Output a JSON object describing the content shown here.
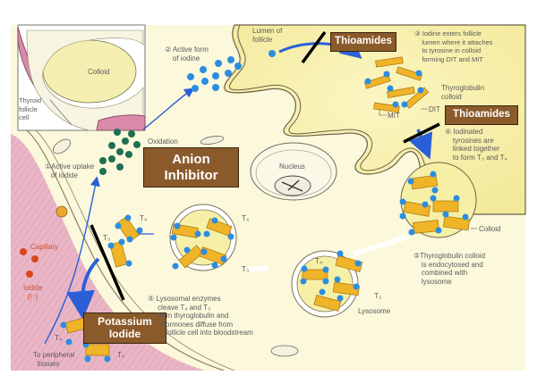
{
  "figure": {
    "topic": "Thyroid hormone synthesis and sites of antithyroid drug action",
    "colors": {
      "drug_box": "#8b5a2b",
      "iodine_active": "#2b8de0",
      "iodide_uptake": "#1f6f52",
      "iodide_blood": "#d9461b",
      "thyroglobulin": "#f0b428",
      "cell_background": "#fbf8dc",
      "colloid": "#f6f0a6",
      "capillary": "#eab6c6",
      "arrow": "#2a5fd8",
      "block_line": "#000000"
    }
  },
  "inset": {
    "colloid_label": "Colloid",
    "cell_label": "Thyroid\nfollicle\ncell"
  },
  "steps": {
    "step1": "①Active uptake\n   of iodide",
    "step2": "② Active form\n    of iodine",
    "step3": "③ Iodine enters follicle\n    lumen where it attaches\n    to tyrosine in colloid\n    forming DIT and MIT",
    "step4": "④ Iodinated\n    tyrosines are\n    linked together\n    to form T₃ and T₄",
    "step5a": "⑤Thyroglobulin colloid\n    is endocytosed and\n    combined with\n    lysosome",
    "step5b": "⑤ Lysosomal enzymes\n     cleave T₄ and T₃\n     from thyroglobulin and\n       hormones diffuse from\n         follicle cell into bloodstream"
  },
  "labels": {
    "lumen": "Lumen of\nfollicle",
    "oxidation": "Oxidation",
    "thyroglobulin_colloid": "Thyroglobulin\ncolloid",
    "dit": "DIT",
    "mit": "MIT",
    "nucleus": "Nucleus",
    "colloid": "Colloid",
    "lysosome": "Lysosome",
    "capillary": "Capillary",
    "iodide": "Iodide\n  (I⁻)",
    "peripheral": "To peripheral\n  tissues",
    "t3": "T₃",
    "t4": "T₄"
  },
  "drugs": [
    {
      "name": "Thioamides",
      "site": "iodination (oxidation/organification)"
    },
    {
      "name": "Thioamides",
      "site": "coupling of iodotyrosines"
    },
    {
      "name": "Anion\nInhibitor",
      "site": "iodide uptake"
    },
    {
      "name": "Potassium\nIodide",
      "site": "hormone release"
    }
  ]
}
